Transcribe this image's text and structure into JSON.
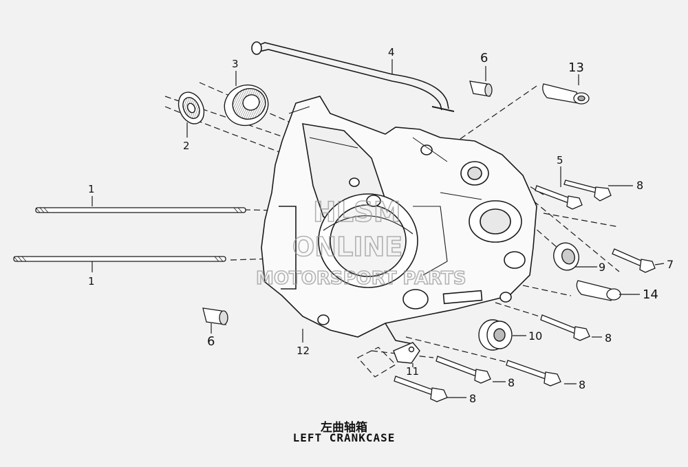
{
  "title": {
    "chinese": "左曲轴箱",
    "english": "LEFT CRANKCASE"
  },
  "watermark": {
    "line1": "HLSM",
    "line2": "ONLINE",
    "line3": "MOTORSPORT PARTS"
  },
  "callouts": {
    "c1_upper": "1",
    "c1_lower": "1",
    "c2": "2",
    "c3": "3",
    "c4": "4",
    "c5": "5",
    "c6_upper": "6",
    "c6_lower": "6",
    "c7": "7",
    "c8_a": "8",
    "c8_b": "8",
    "c8_c": "8",
    "c8_d": "8",
    "c8_e": "8",
    "c9": "9",
    "c10": "10",
    "c11": "11",
    "c12": "12",
    "c13": "13",
    "c14": "14"
  },
  "colors": {
    "background": "#f2f2f2",
    "linework": "#1a1a1a",
    "watermark": "#9a9a9a"
  }
}
